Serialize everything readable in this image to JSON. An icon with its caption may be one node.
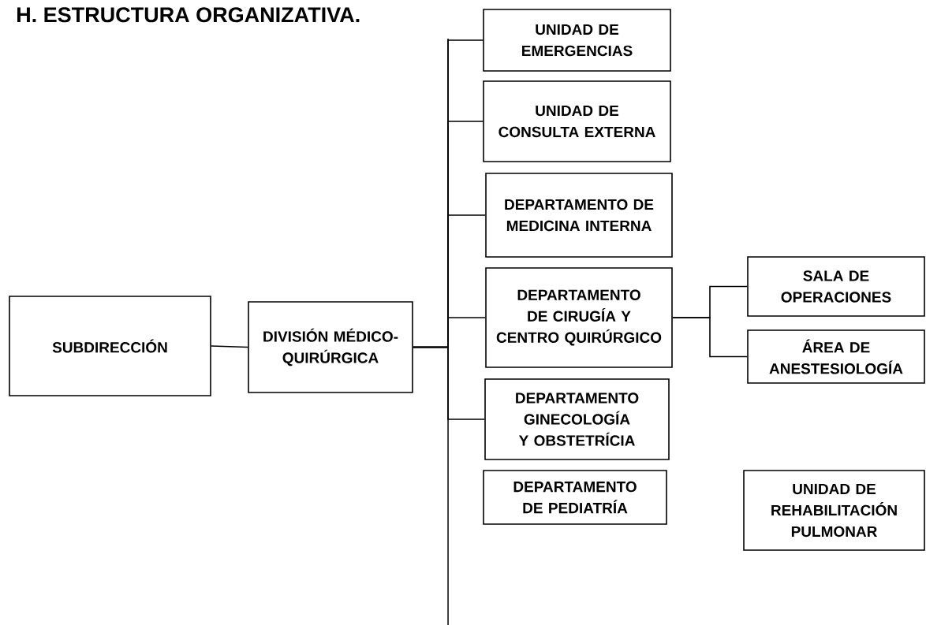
{
  "diagram": {
    "title": "H.  ESTRUCTURA ORGANIZATIVA.",
    "nodes": [
      {
        "text": [
          "SUBDIRECCIÓN"
        ]
      },
      {
        "text": [
          "DIVISIÓN MÉDICO- QUIRÚRGICA"
        ]
      },
      {
        "text": [
          "UNIDAD DE EMERGENCIAS"
        ]
      },
      {
        "text": [
          "UNIDAD DE CONSULTA EXTERNA"
        ]
      },
      {
        "text": [
          "DEPARTAMENTO DE MEDICINA INTERNA"
        ]
      },
      {
        "text": [
          "DEPARTAMENTO DE CIRUGÍA Y CENTRO QUIRÚRGICO"
        ]
      },
      {
        "text": [
          "DEPARTAMENTO GINECOLOGÍA Y OBSTETRÍCIA"
        ]
      },
      {
        "text": [
          "DEPARTAMENTO DE PEDIATRÍA"
        ]
      },
      {
        "text": [
          "SALA DE OPERACIONES"
        ]
      },
      {
        "text": [
          "ÁREA DE ANESTESIOLOGÍA"
        ]
      },
      {
        "text": [
          "UNIDAD DE REHABILITACIÓN PULMONAR"
        ]
      }
    ],
    "edges": [
      {
        "from": 0,
        "to": 1,
        "arrow": "none"
      },
      {
        "from": 1,
        "to": 2,
        "arrow": "none"
      },
      {
        "from": 1,
        "to": 3,
        "arrow": "none"
      },
      {
        "from": 1,
        "to": 4,
        "arrow": "none"
      },
      {
        "from": 1,
        "to": 5,
        "arrow": "none"
      },
      {
        "from": 1,
        "to": 6,
        "arrow": "none"
      },
      {
        "from": 5,
        "to": 8,
        "arrow": "none"
      },
      {
        "from": 5,
        "to": 9,
        "arrow": "none"
      }
    ]
  }
}
